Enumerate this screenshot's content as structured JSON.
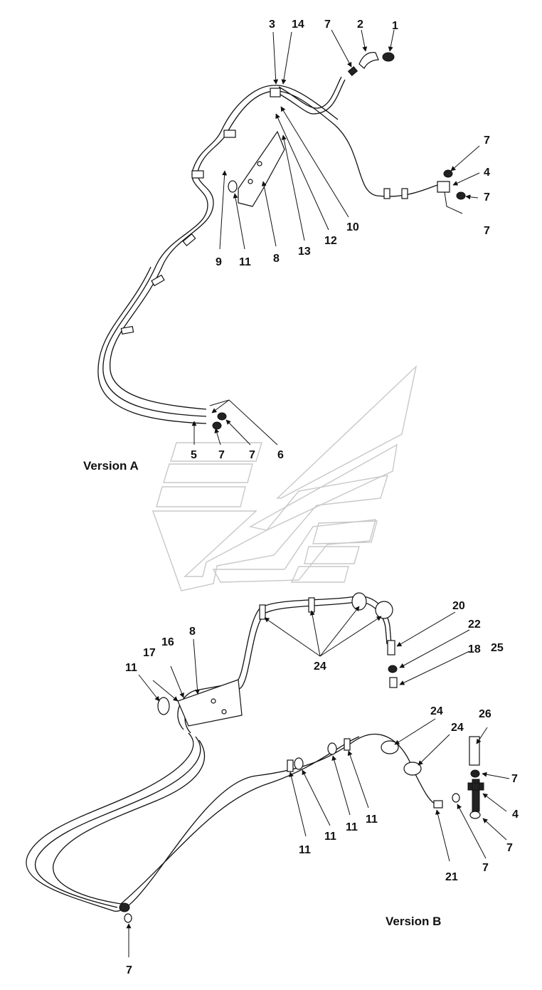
{
  "versions": {
    "a": "Version A",
    "b": "Version B"
  },
  "callouts_a": [
    "3",
    "14",
    "7",
    "2",
    "1",
    "7",
    "4",
    "7",
    "7",
    "10",
    "12",
    "13",
    "8",
    "11",
    "9",
    "5",
    "7",
    "7",
    "6"
  ],
  "callouts_b": [
    "20",
    "22",
    "18",
    "25",
    "8",
    "16",
    "17",
    "11",
    "24",
    "24",
    "24",
    "26",
    "7",
    "4",
    "7",
    "7",
    "21",
    "11",
    "11",
    "11",
    "11",
    "7"
  ]
}
